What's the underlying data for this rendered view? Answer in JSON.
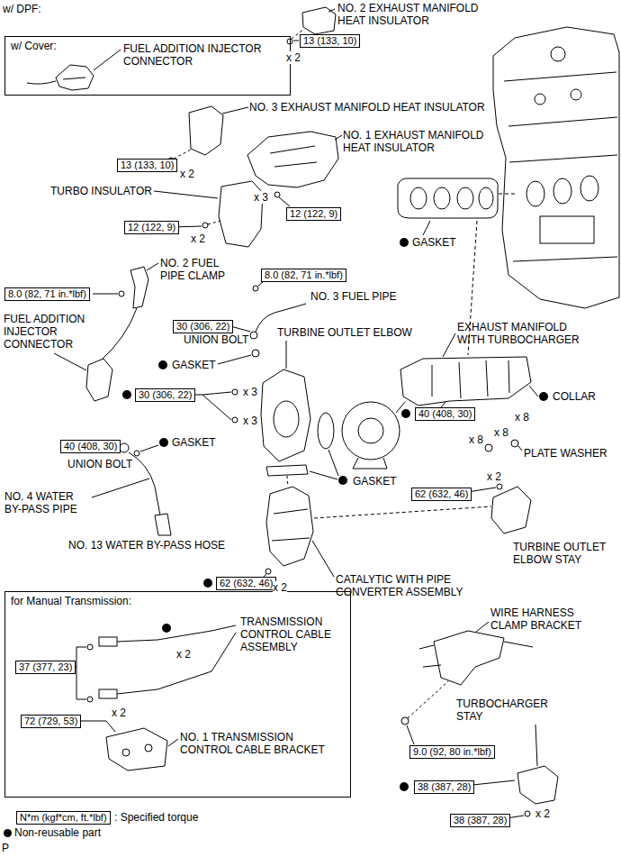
{
  "diagram": {
    "title": "w/ DPF:",
    "nodes": [
      {
        "text": [
          "w/ Cover:"
        ]
      },
      {
        "text": [
          "13 (133, 10)"
        ]
      },
      {
        "text": [
          "13 (133, 10)"
        ]
      },
      {
        "text": [
          "12 (122, 9)"
        ]
      },
      {
        "text": [
          "12 (122, 9)"
        ]
      },
      {
        "text": [
          "8.0 (82, 71 in.*lbf)"
        ]
      },
      {
        "text": [
          "8.0 (82, 71 in.*lbf)"
        ]
      },
      {
        "text": [
          "30 (306, 22)"
        ]
      },
      {
        "text": [
          "30 (306, 22)"
        ]
      },
      {
        "text": [
          "40 (408, 30)"
        ]
      },
      {
        "text": [
          "40 (408, 30)"
        ]
      },
      {
        "text": [
          "62 (632, 46)"
        ]
      },
      {
        "text": [
          "62 (632, 46)"
        ]
      },
      {
        "text": [
          "for Manual Transmission:"
        ]
      },
      {
        "text": [
          "37 (377, 23)"
        ],
        "in": 13
      },
      {
        "text": [
          "72 (729, 53)"
        ],
        "in": 13
      },
      {
        "text": [
          "9.0 (92, 80 in.*lbf)"
        ]
      },
      {
        "text": [
          "38 (387, 28)"
        ]
      },
      {
        "text": [
          "38 (387, 28)"
        ]
      },
      {
        "text": [
          "N*m (kgf*cm, ft.*lbf)"
        ]
      }
    ],
    "labels": [
      "NO. 2 EXHAUST MANIFOLD HEAT INSULATOR",
      "x 2",
      "FUEL ADDITION INJECTOR CONNECTOR",
      "NO. 3 EXHAUST MANIFOLD HEAT INSULATOR",
      "x 2",
      "NO. 1 EXHAUST MANIFOLD HEAT INSULATOR",
      "TURBO INSULATOR",
      "x 3",
      "x 2",
      "GASKET",
      "NO. 2 FUEL PIPE CLAMP",
      "NO. 3 FUEL PIPE",
      "FUEL ADDITION INJECTOR CONNECTOR",
      "UNION BOLT",
      "TURBINE OUTLET ELBOW",
      "EXHAUST MANIFOLD WITH TURBOCHARGER",
      "GASKET",
      "x 3",
      "x 3",
      "COLLAR",
      "x 8",
      "x 8",
      "x 8",
      "GASKET",
      "UNION BOLT",
      "PLATE WASHER",
      "GASKET",
      "x 2",
      "NO. 4 WATER BY-PASS PIPE",
      "NO. 13 WATER BY-PASS HOSE",
      "TURBINE OUTLET ELBOW STAY",
      "CATALYTIC WITH PIPE CONVERTER ASSEMBLY",
      "x 2",
      "TRANSMISSION CONTROL CABLE ASSEMBLY",
      "x 2",
      "x 2",
      "NO. 1 TRANSMISSION CONTROL CABLE BRACKET",
      "WIRE HARNESS CLAMP BRACKET",
      "TURBOCHARGER STAY",
      "x 2",
      "P"
    ],
    "legend": [
      {
        "text": ": Specified torque"
      },
      {
        "text": "Non-reusable part",
        "color": "#000000"
      }
    ]
  }
}
